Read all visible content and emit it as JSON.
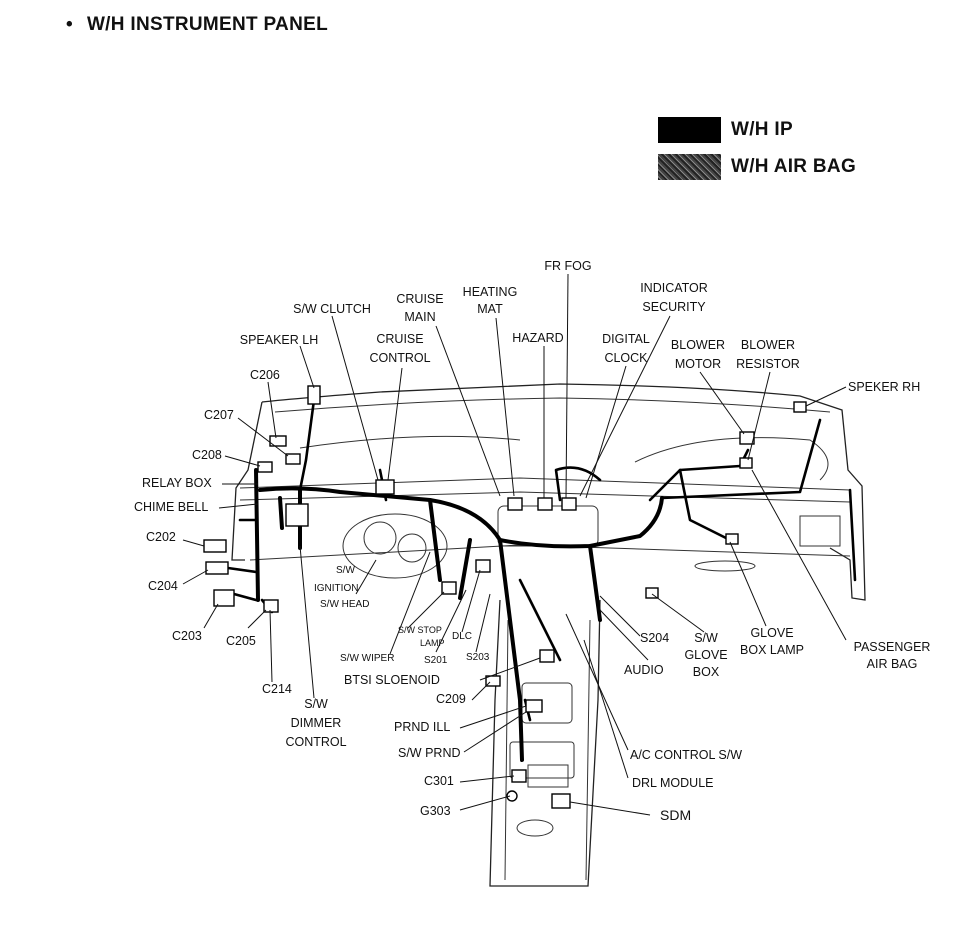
{
  "title": "W/H INSTRUMENT PANEL",
  "bullet": "•",
  "legend": [
    {
      "label": "W/H IP",
      "pattern": "solid-black"
    },
    {
      "label": "W/H AIR BAG",
      "pattern": "speckled-gray"
    }
  ],
  "labels": {
    "fr_fog": "FR FOG",
    "indicator": "INDICATOR",
    "security": "SECURITY",
    "heating": "HEATING",
    "mat": "MAT",
    "cruise": "CRUISE",
    "main": "MAIN",
    "sw_clutch": "S/W CLUTCH",
    "speaker_lh": "SPEAKER LH",
    "cruise2": "CRUISE",
    "control": "CONTROL",
    "hazard": "HAZARD",
    "digital": "DIGITAL",
    "clock": "CLOCK",
    "blower_motor_1": "BLOWER",
    "blower_motor_2": "MOTOR",
    "blower_resistor_1": "BLOWER",
    "blower_resistor_2": "RESISTOR",
    "speker_rh": "SPEKER RH",
    "c206": "C206",
    "c207": "C207",
    "c208": "C208",
    "relay_box": "RELAY BOX",
    "chime_bell": "CHIME BELL",
    "c202": "C202",
    "c204": "C204",
    "c203": "C203",
    "c205": "C205",
    "c214": "C214",
    "sw_dimmer_1": "S/W",
    "sw_dimmer_2": "DIMMER",
    "sw_dimmer_3": "CONTROL",
    "sw": "S/W",
    "ignition": "IGNITION",
    "sw_head": "S/W HEAD",
    "sw_stop_1": "S/W STOP",
    "sw_stop_2": "LAMP",
    "dlc": "DLC",
    "sw_wiper": "S/W WIPER",
    "s201": "S201",
    "s203": "S203",
    "btsi": "BTSI SLOENOID",
    "c209": "C209",
    "prnd_ill": "PRND ILL",
    "sw_prnd": "S/W PRND",
    "c301": "C301",
    "g303": "G303",
    "s204": "S204",
    "audio": "AUDIO",
    "sw_glove_1": "S/W",
    "sw_glove_2": "GLOVE",
    "sw_glove_3": "BOX",
    "glove_lamp_1": "GLOVE",
    "glove_lamp_2": "BOX LAMP",
    "pass_bag_1": "PASSENGER",
    "pass_bag_2": "AIR BAG",
    "ac_control": "A/C CONTROL S/W",
    "drl": "DRL MODULE",
    "sdm": "SDM"
  }
}
